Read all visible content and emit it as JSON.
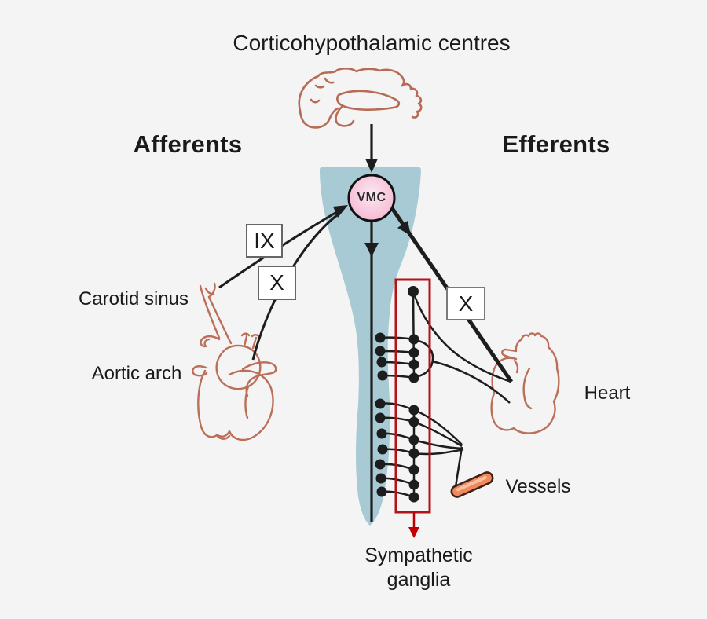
{
  "title": "Corticohypothalamic centres",
  "columns": {
    "afferents": "Afferents",
    "efferents": "Efferents"
  },
  "vmc": {
    "label": "VMC"
  },
  "nerves": {
    "ix_box": "IX",
    "x_box_afferent": "X",
    "x_box_efferent": "X"
  },
  "labels": {
    "carotid_sinus": "Carotid sinus",
    "aortic_arch": "Aortic arch",
    "heart": "Heart",
    "vessels": "Vessels",
    "sympathetic_line1": "Sympathetic",
    "sympathetic_line2": "ganglia"
  },
  "colors": {
    "background": "#f4f4f5",
    "spinal_column_fill": "#a7cad5",
    "vmc_fill": "#f6c3d8",
    "organ_outline": "#b96e57",
    "nerve_line": "#1d1d1d",
    "ganglia_highlight_box": "#b31217",
    "vessel_fill": "#f08a5e"
  }
}
